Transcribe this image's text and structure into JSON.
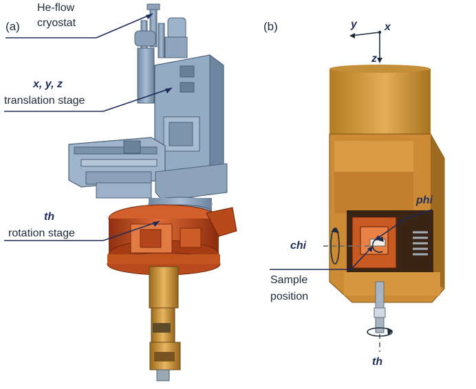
{
  "panels": {
    "a": {
      "tag": "(a)"
    },
    "b": {
      "tag": "(b)"
    }
  },
  "labels": {
    "cryostat_line1": "He-flow",
    "cryostat_line2": "cryostat",
    "xyz_line1": "x, y, z",
    "xyz_line2": "translation stage",
    "th_line1": "th",
    "th_line2": "rotation stage",
    "phi": "phi",
    "chi": "chi",
    "sample_line1": "Sample",
    "sample_line2": "position",
    "th_axis": "th"
  },
  "axes": {
    "y": "y",
    "x": "x",
    "z": "z"
  },
  "colors": {
    "steel_blue": "#8fa9c4",
    "copper": "#c8501c",
    "brass": "#d29a3c",
    "callout_line": "#1c2a5a"
  }
}
